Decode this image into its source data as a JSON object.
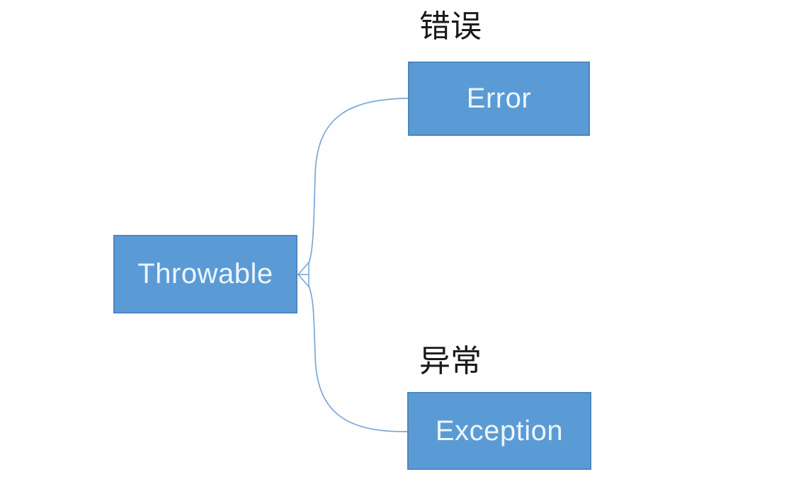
{
  "diagram": {
    "colors": {
      "background": "#ffffff",
      "node_fill": "#5b9bd5",
      "node_border": "#4d86c0",
      "node_text": "#eef5fc",
      "connector": "#7aa7d8",
      "annotation_text": "#1a1a1a"
    },
    "nodes": {
      "throwable": {
        "label": "Throwable"
      },
      "error": {
        "label": "Error"
      },
      "exception": {
        "label": "Exception"
      }
    },
    "annotations": {
      "error_cn": "错误",
      "exception_cn": "异常"
    },
    "relationships": [
      {
        "from": "Error",
        "to": "Throwable",
        "type": "generalization"
      },
      {
        "from": "Exception",
        "to": "Throwable",
        "type": "generalization"
      }
    ]
  }
}
